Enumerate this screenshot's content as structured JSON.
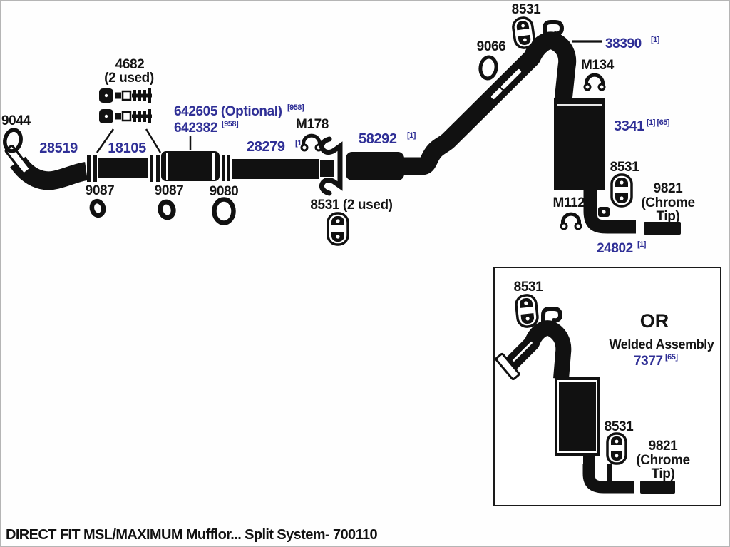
{
  "caption": "DIRECT FIT MSL/MAXIMUM Mufflor... Split System- 700110",
  "colors": {
    "part_number_blue": "#2f2f96",
    "label_black": "#141414",
    "diagram_ink": "#111111",
    "background": "#fefefe"
  },
  "labels": {
    "gasket_9044": "9044",
    "front_pipe_28519": "28519",
    "bolt_kit_4682": "4682",
    "bolt_kit_4682_qty": "(2 used)",
    "pipe_18105": "18105",
    "gasket_9087_left": "9087",
    "gasket_9087_right": "9087",
    "flex_optional_642605": "642605 (Optional)",
    "flex_optional_642605_sup": "[958]",
    "flex_642382": "642382",
    "flex_642382_sup": "[958]",
    "gasket_9080": "9080",
    "pipe_28279": "28279",
    "pipe_28279_sup": "[1]",
    "clamp_m178": "M178",
    "resonator_58292": "58292",
    "resonator_58292_sup": "[1]",
    "hanger_8531_center": "8531 (2 used)",
    "gasket_9066": "9066",
    "hanger_8531_top": "8531",
    "tailpipe_38390": "38390",
    "tailpipe_38390_sup": "[1]",
    "clamp_m134": "M134",
    "muffler_3341": "3341",
    "muffler_3341_sup": "[1] [65]",
    "hanger_8531_right": "8531",
    "clamp_m112": "M112",
    "chrome_tip_9821_line1": "9821",
    "chrome_tip_9821_line2": "(Chrome",
    "chrome_tip_9821_line3": "Tip)",
    "tailpipe_24802": "24802",
    "tailpipe_24802_sup": "[1]"
  },
  "inset": {
    "hanger_8531_top": "8531",
    "or_text": "OR",
    "welded_assembly": "Welded Assembly",
    "welded_7377": "7377",
    "welded_7377_sup": "[65]",
    "hanger_8531_bottom": "8531",
    "chrome_tip_9821_line1": "9821",
    "chrome_tip_9821_line2": "(Chrome",
    "chrome_tip_9821_line3": "Tip)"
  },
  "icons": [
    "o-ring-gasket-icon",
    "donut-gasket-icon",
    "hanger-insulator-icon",
    "u-bolt-clamp-icon",
    "hanger-hook-icon",
    "bolt-spring-kit-icon",
    "muffler-icon",
    "chrome-tip-icon",
    "flex-pipe-icon"
  ]
}
